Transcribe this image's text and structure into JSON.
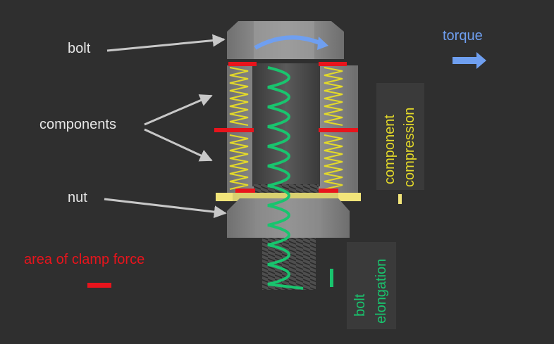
{
  "labels": {
    "bolt": "bolt",
    "components": "components",
    "nut": "nut",
    "torque": "torque",
    "clamp": "area of clamp force",
    "component_compression_1": "component",
    "component_compression_2": "compression",
    "bolt_elongation_1": "bolt",
    "bolt_elongation_2": "elongation"
  },
  "colors": {
    "background": "#2f2f2f",
    "label_text": "#e6e6e6",
    "arrow": "#c8c8c8",
    "torque": "#6f9ff0",
    "clamp": "#e8141c",
    "component_spring": "#e3d92a",
    "bolt_spring": "#19c46e",
    "component_body": "#8c8c8c",
    "bolt_body": "#4d4d4d",
    "washer": "#f2e57a"
  },
  "icons": {
    "torque_arrow": "right-arrow-icon",
    "rotation_arrow": "curved-arrow-icon"
  }
}
